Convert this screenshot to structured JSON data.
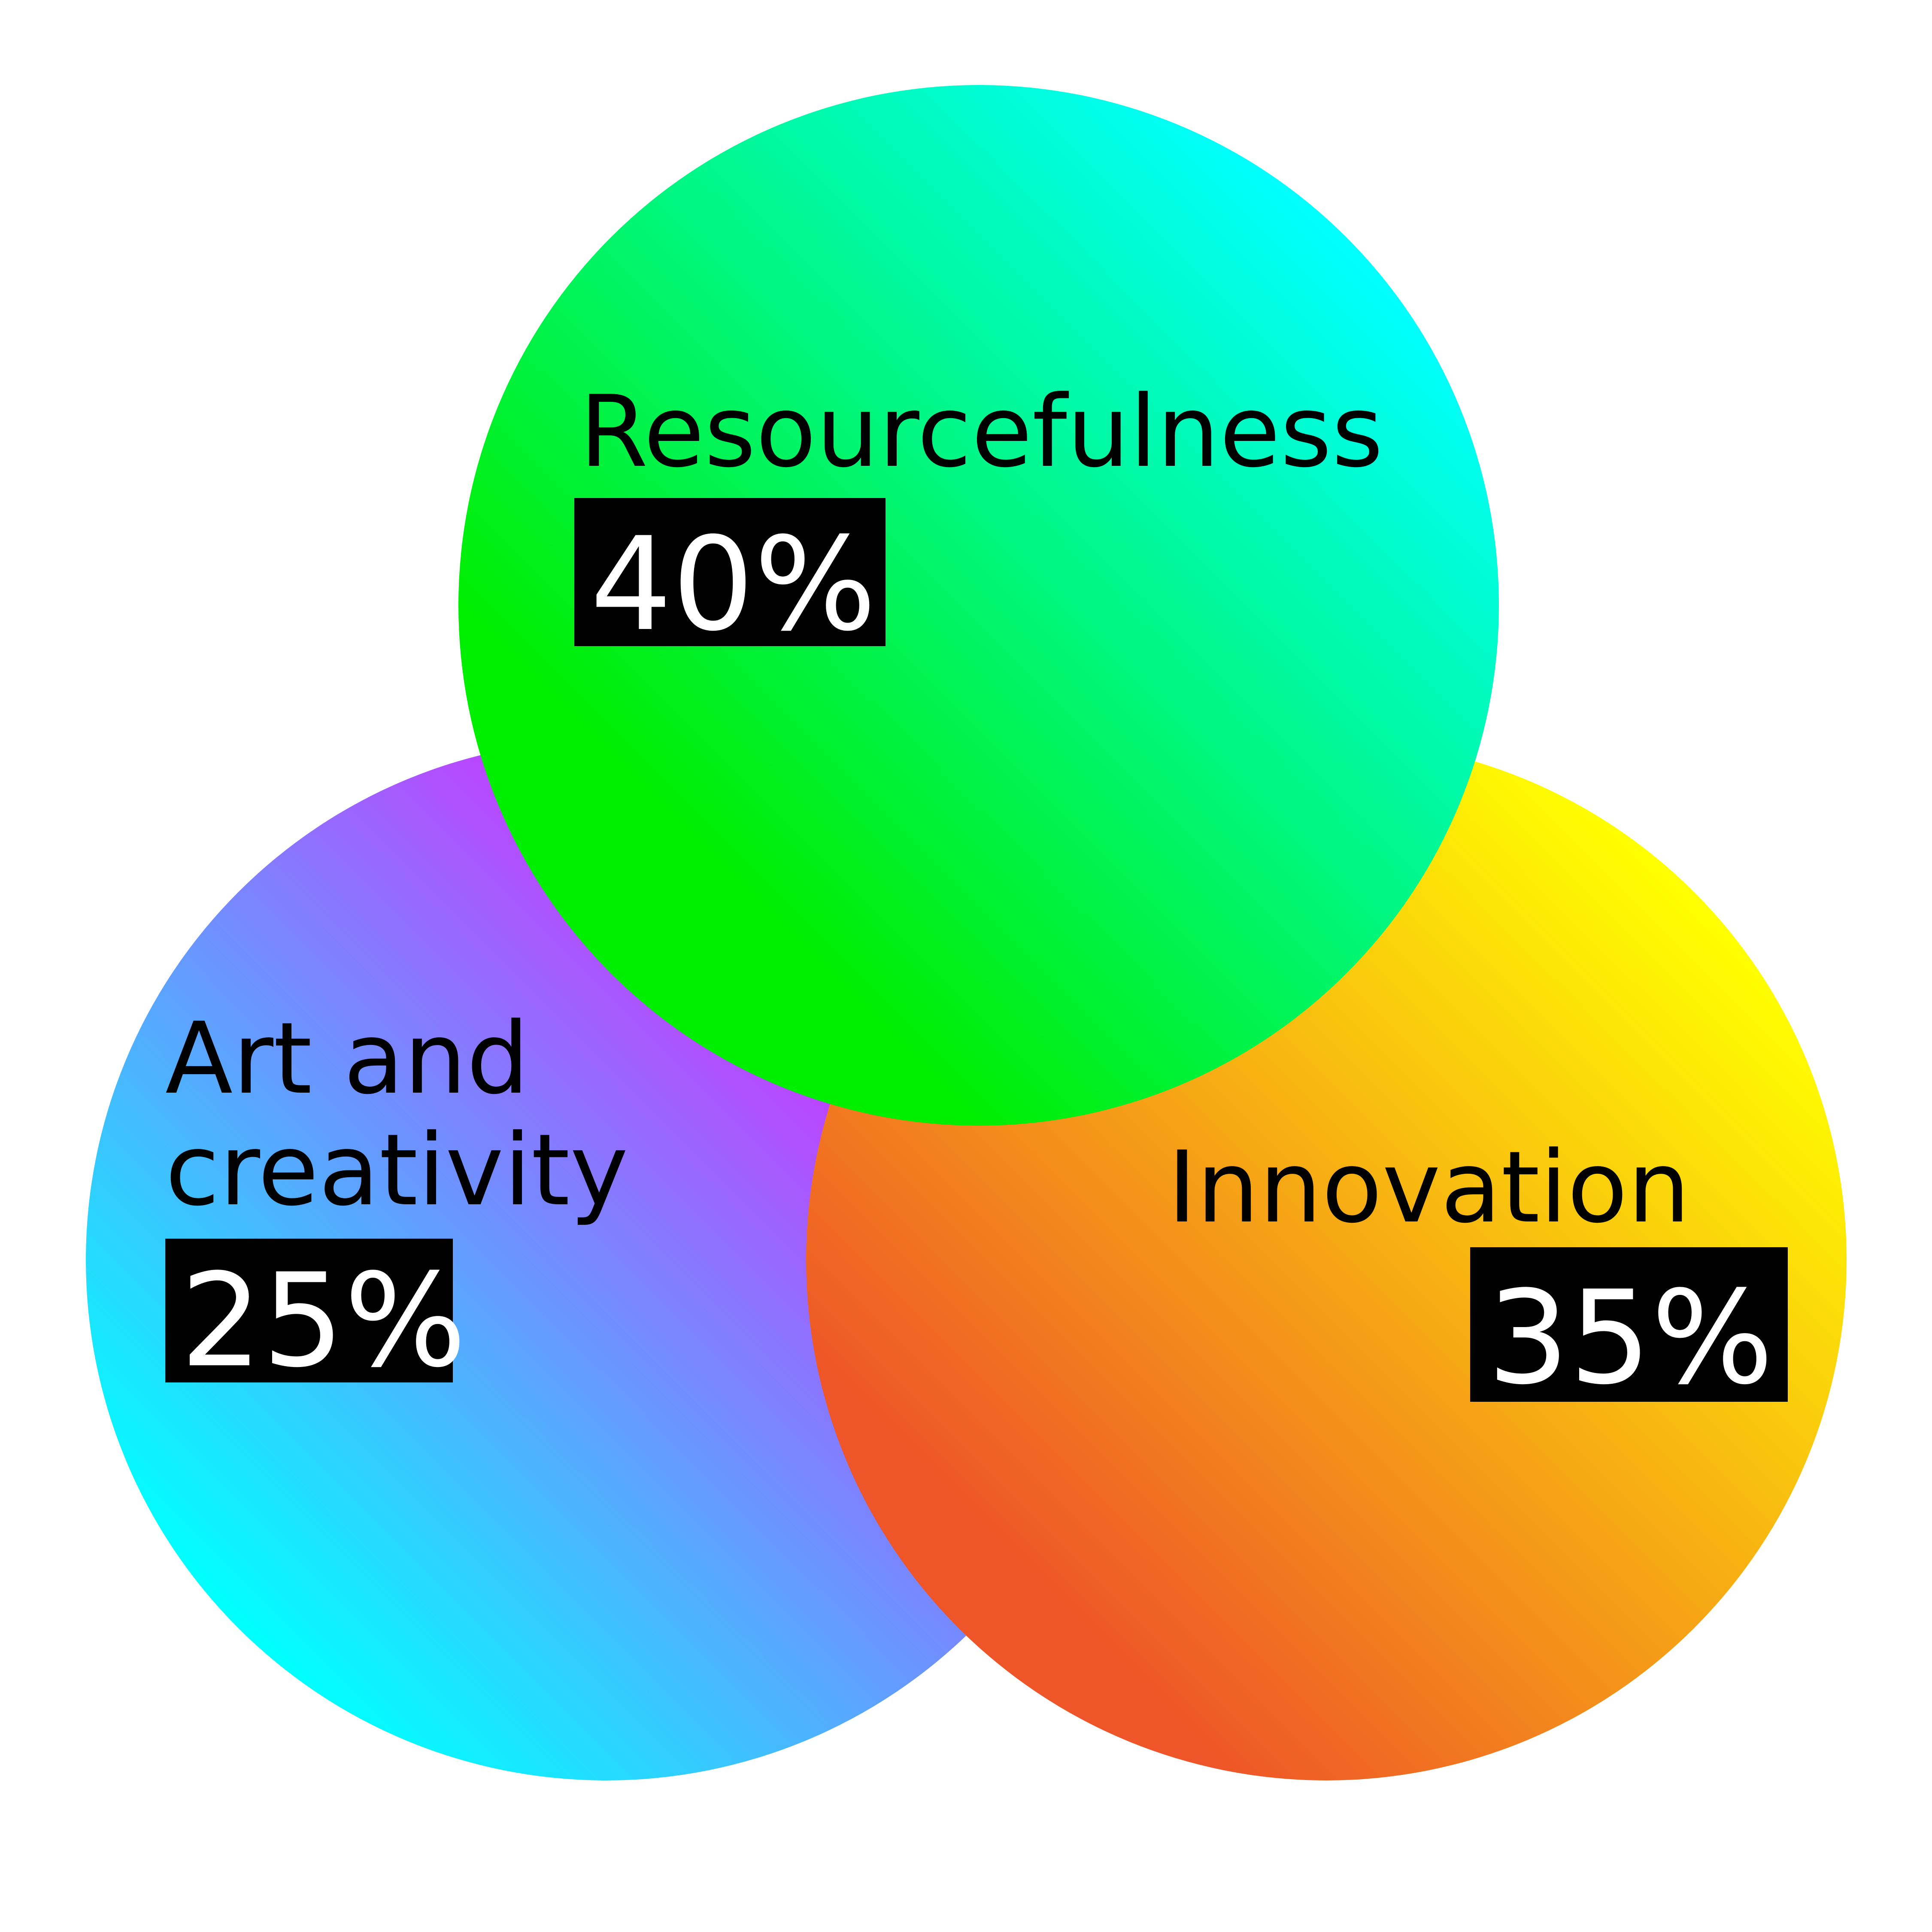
{
  "diagram": {
    "circles": [
      {
        "label_lines": [
          "Art and",
          "creativity"
        ],
        "percent": "25%",
        "gradient": [
          "#00ffff",
          "#c040ff"
        ]
      },
      {
        "label_lines": [
          "Innovation"
        ],
        "percent": "35%",
        "gradient": [
          "#ee5528",
          "#ffff00"
        ]
      },
      {
        "label_lines": [
          "Resourcefulness"
        ],
        "percent": "40%",
        "gradient": [
          "#00ee00",
          "#00ffff"
        ]
      }
    ],
    "badge_color": "#000000"
  }
}
